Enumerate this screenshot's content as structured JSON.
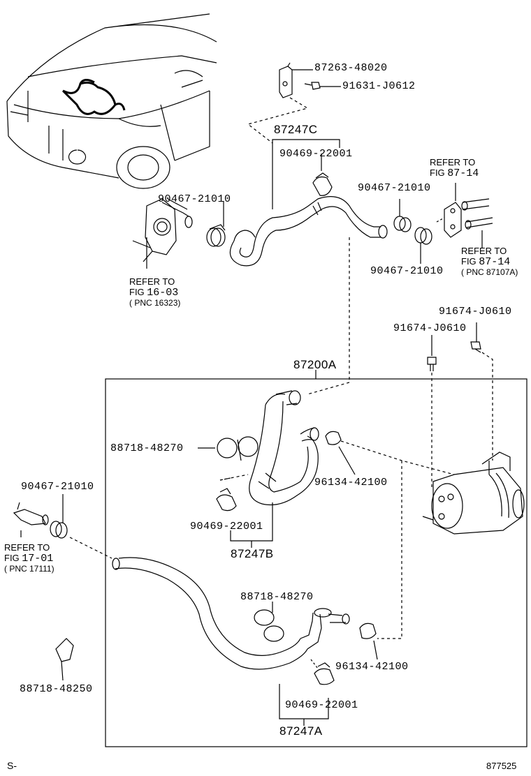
{
  "labels": {
    "p87263": "87263-48020",
    "p91631": "91631-J0612",
    "p87247C": "87247C",
    "p90469_top": "90469-22001",
    "p90467_left": "90467-21010",
    "p90467_right": "90467-21010",
    "p90467_mid": "90467-21010",
    "p91674_a": "91674-J0610",
    "p91674_b": "91674-J0610",
    "p87200A": "87200A",
    "p88718_top": "88718-48270",
    "p96134_top": "96134-42100",
    "p90469_mid": "90469-22001",
    "p87247B": "87247B",
    "p90467_far": "90467-21010",
    "p88718_mid": "88718-48270",
    "p96134_bot": "96134-42100",
    "p88718_48250": "88718-48250",
    "p90469_bot": "90469-22001",
    "p87247A": "87247A"
  },
  "refs": {
    "fig16": {
      "l1": "REFER TO",
      "l2a": "FIG",
      "l2b": "16-03",
      "l3": "( PNC 16323)"
    },
    "fig87a": {
      "l1": "REFER TO",
      "l2a": "FIG",
      "l2b": "87-14"
    },
    "fig87b": {
      "l1": "REFER TO",
      "l2a": "FIG",
      "l2b": "87-14",
      "l3": "( PNC 87107A)"
    },
    "fig17": {
      "l1": "REFER TO",
      "l2a": "FIG",
      "l2b": "17-01",
      "l3": "( PNC 17111)"
    }
  },
  "footer": {
    "left": "S-",
    "right": "877525"
  }
}
